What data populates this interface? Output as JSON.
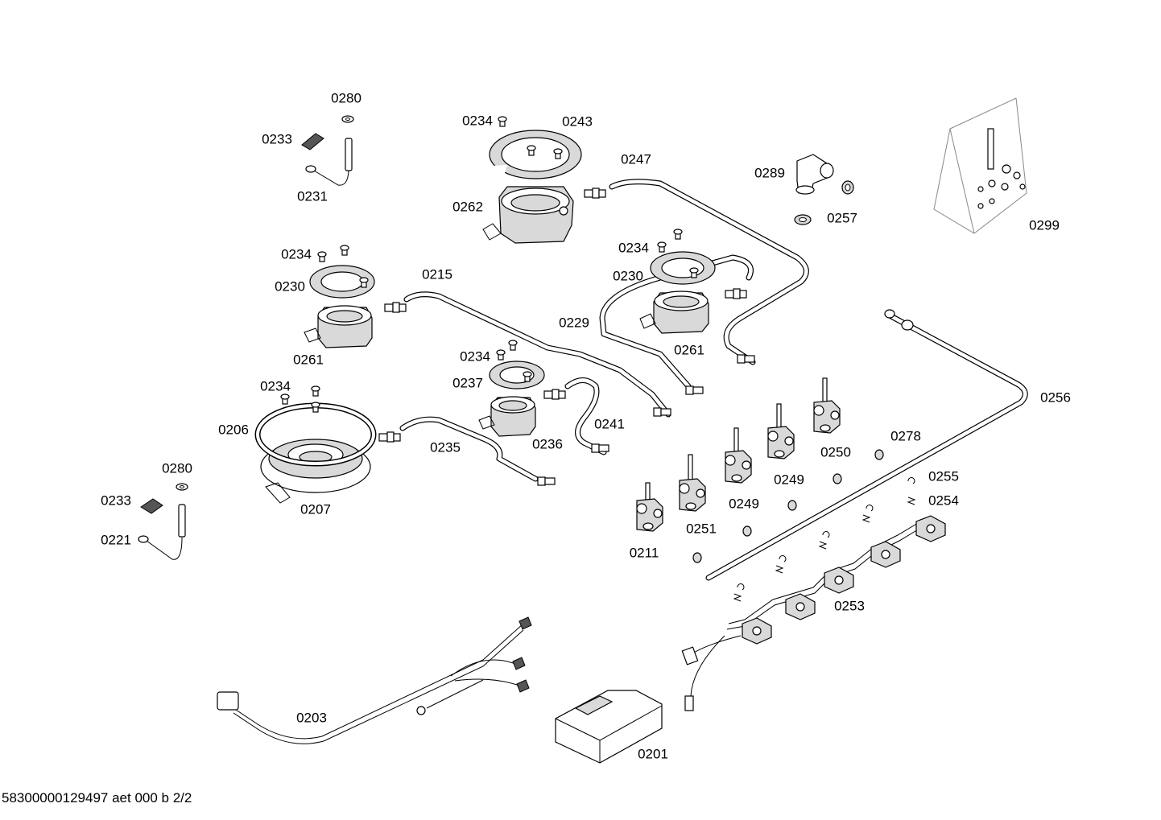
{
  "labels": {
    "l0280a": "0280",
    "l0233a": "0233",
    "l0231": "0231",
    "l0234a": "0234",
    "l0243": "0243",
    "l0247": "0247",
    "l0262": "0262",
    "l0289": "0289",
    "l0257": "0257",
    "l0299": "0299",
    "l0234b": "0234",
    "l0230a": "0230",
    "l0215": "0215",
    "l0261a": "0261",
    "l0234c": "0234",
    "l0230b": "0230",
    "l0229": "0229",
    "l0261b": "0261",
    "l0234d": "0234",
    "l0237": "0237",
    "l0234e": "0234",
    "l0206": "0206",
    "l0241": "0241",
    "l0236": "0236",
    "l0235": "0235",
    "l0256": "0256",
    "l0278": "0278",
    "l0250": "0250",
    "l0280b": "0280",
    "l0207": "0207",
    "l0233b": "0233",
    "l0221": "0221",
    "l0249a": "0249",
    "l0249b": "0249",
    "l0255": "0255",
    "l0254": "0254",
    "l0251": "0251",
    "l0211": "0211",
    "l0253": "0253",
    "l0203": "0203",
    "l0201": "0201"
  },
  "footer": "58300000129497 aet 000 b 2/2"
}
